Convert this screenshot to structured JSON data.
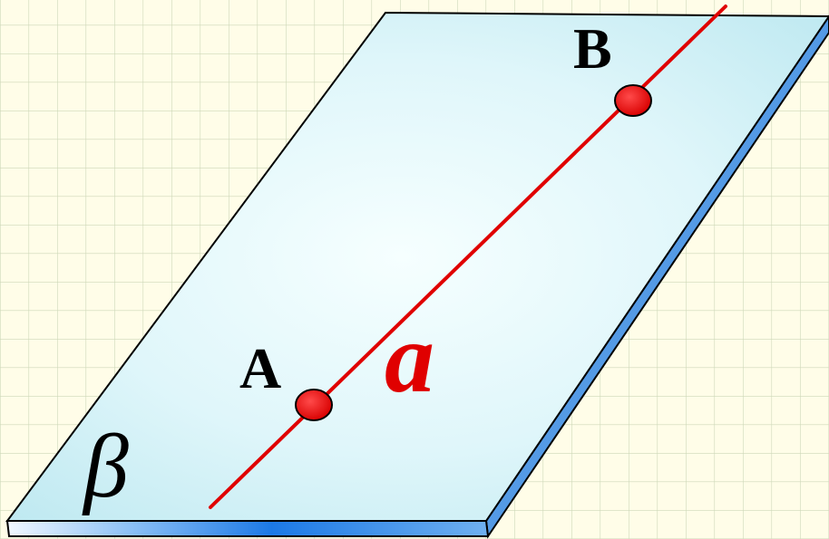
{
  "diagram": {
    "plane_name": "β",
    "line_name": "a",
    "points": [
      {
        "label": "A"
      },
      {
        "label": "B"
      }
    ]
  },
  "colors": {
    "background": "#fffde8",
    "grid": "#cdd8b8",
    "plane_top_light": "#f4feff",
    "plane_top_dark": "#c8eef4",
    "plane_edge_blue": "#2b7fe3",
    "line_red": "#e00000",
    "point_fill": "#e81414",
    "text_black": "#000000",
    "text_red": "#e00000"
  }
}
